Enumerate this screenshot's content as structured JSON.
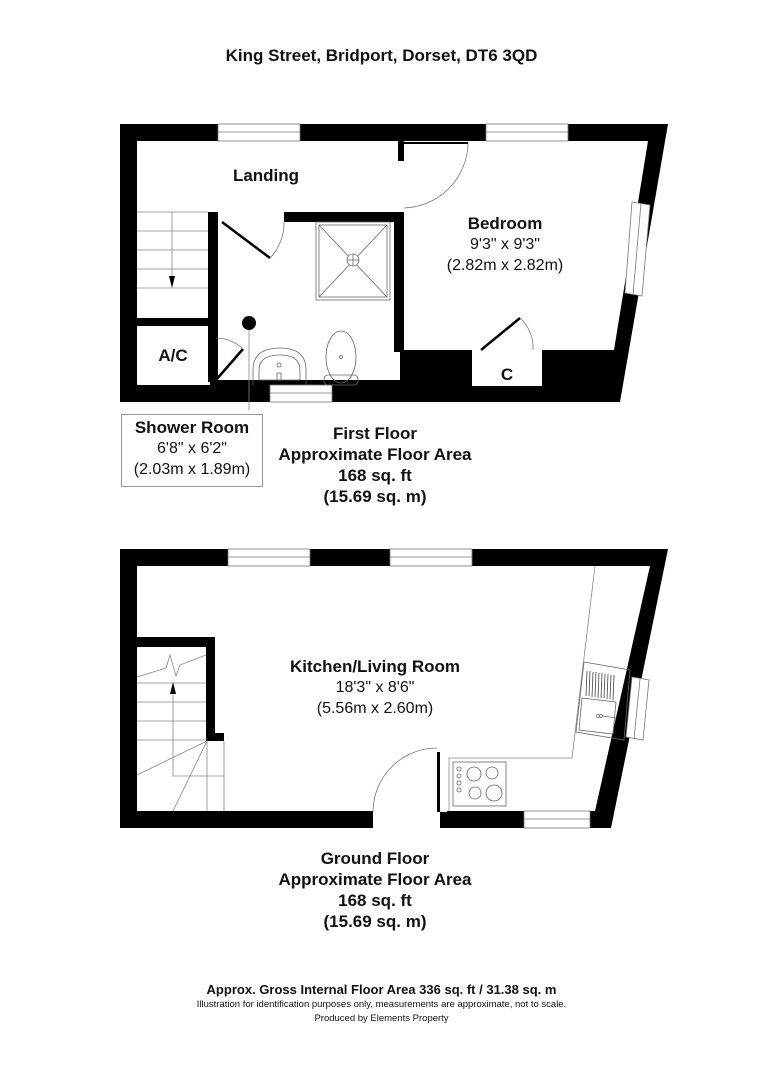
{
  "title": "King Street, Bridport, Dorset, DT6 3QD",
  "first_floor": {
    "rooms": [
      {
        "name": "Landing"
      },
      {
        "name": "Bedroom",
        "dim_imperial": "9'3\" x 9'3\"",
        "dim_metric": "(2.82m x 2.82m)"
      },
      {
        "name": "Shower Room",
        "dim_imperial": "6'8\" x 6'2\"",
        "dim_metric": "(2.03m x 1.89m)"
      },
      {
        "name": "A/C"
      },
      {
        "name": "C"
      }
    ],
    "summary": {
      "floor_name": "First Floor",
      "area_label": "Approximate Floor Area",
      "area_sqft": "168 sq. ft",
      "area_sqm": "(15.69 sq. m)"
    }
  },
  "ground_floor": {
    "rooms": [
      {
        "name": "Kitchen/Living Room",
        "dim_imperial": "18'3\" x 8'6\"",
        "dim_metric": "(5.56m x 2.60m)"
      }
    ],
    "summary": {
      "floor_name": "Ground Floor",
      "area_label": "Approximate Floor Area",
      "area_sqft": "168 sq. ft",
      "area_sqm": "(15.69 sq. m)"
    }
  },
  "footer": {
    "gross_area": "Approx. Gross Internal Floor Area 336 sq. ft / 31.38 sq. m",
    "disclaimer": "Illustration for identification purposes only, measurements are approximate, not to scale.",
    "producer": "Produced by Elements Property"
  },
  "colors": {
    "wall": "#000000",
    "fixture_line": "#555555",
    "background": "#ffffff"
  }
}
